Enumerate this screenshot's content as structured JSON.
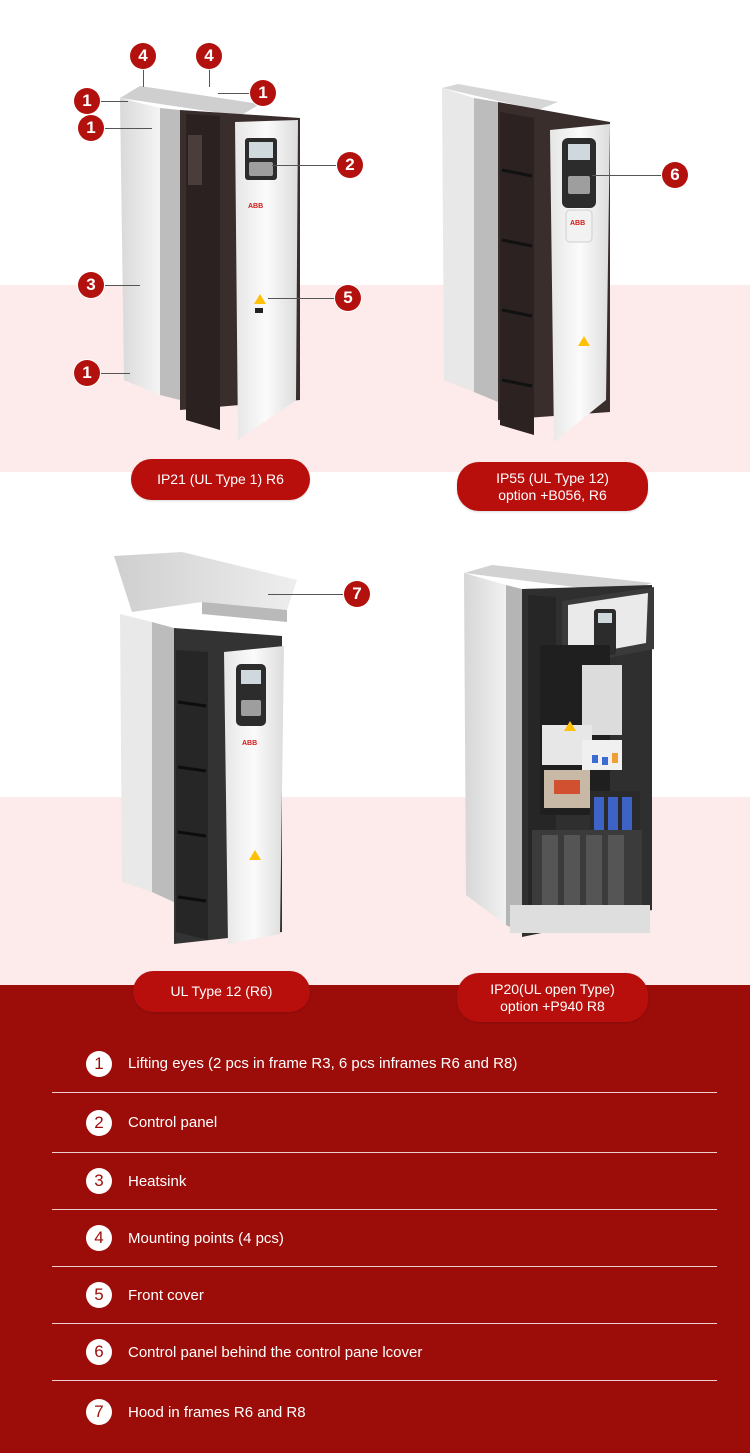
{
  "captions": {
    "ip21": [
      "IP21 (UL Type 1) R6"
    ],
    "ip55": [
      "IP55 (UL Type 12)",
      "option +B056, R6"
    ],
    "ul12": [
      "UL Type 12 (R6)"
    ],
    "ip20": [
      "IP20(UL open Type)",
      "option +P940 R8"
    ]
  },
  "device_labels": {
    "abb": "ABB",
    "warning": "⚠"
  },
  "legend": [
    {
      "num": "1",
      "text": "Lifting eyes (2 pcs in frame R3, 6 pcs inframes R6 and R8)"
    },
    {
      "num": "2",
      "text": "Control panel"
    },
    {
      "num": "3",
      "text": "Heatsink"
    },
    {
      "num": "4",
      "text": "Mounting points (4 pcs)"
    },
    {
      "num": "5",
      "text": "Front cover"
    },
    {
      "num": "6",
      "text": "Control panel behind the control pane lcover"
    },
    {
      "num": "7",
      "text": "Hood in frames R6 and R8"
    }
  ],
  "colors": {
    "brand_red": "#b2110e",
    "panel_red": "#9c0d0a",
    "band_pink": "#fdeaea"
  }
}
